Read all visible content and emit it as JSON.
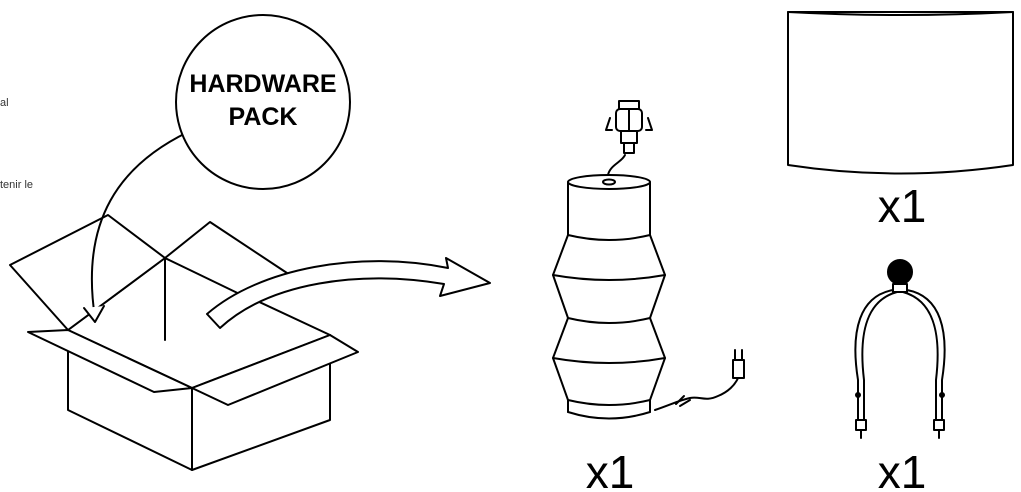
{
  "hardware_pack": {
    "line1": "HARDWARE",
    "line2": "PACK"
  },
  "side_text": {
    "line1": "al",
    "line2": "tenir le"
  },
  "parts": [
    {
      "id": "lamp-base",
      "quantity": "x1"
    },
    {
      "id": "lamp-shade",
      "quantity": "x1"
    },
    {
      "id": "harp",
      "quantity": "x1"
    }
  ],
  "colors": {
    "ink": "#000000",
    "paper": "#ffffff"
  }
}
